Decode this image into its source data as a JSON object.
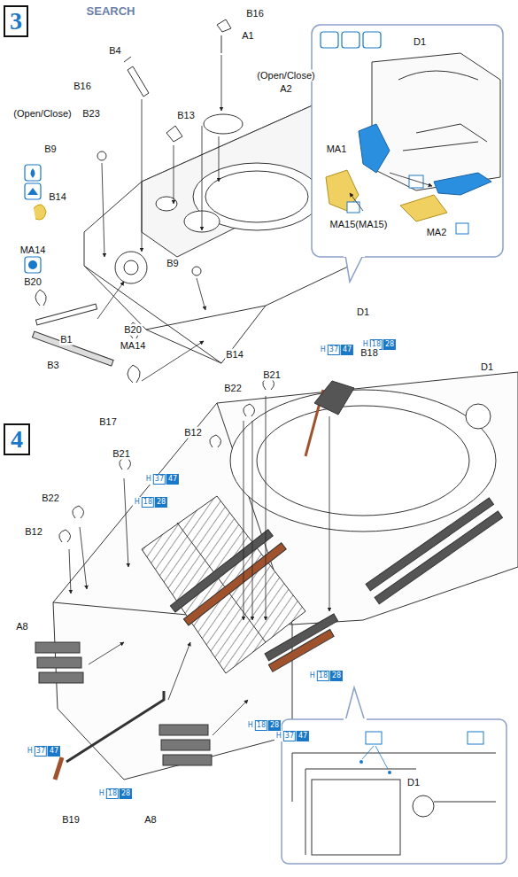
{
  "diagram": {
    "nodes": [
      {
        "text": [
          "3"
        ]
      },
      {
        "text": [
          "4"
        ]
      },
      {
        "text": [
          "H",
          "18",
          "28"
        ]
      },
      {
        "text": [
          "H",
          "37",
          "47"
        ]
      },
      {
        "text": [
          "H",
          "37",
          "47"
        ]
      },
      {
        "text": [
          "H",
          "18",
          "28"
        ]
      },
      {
        "text": [
          "H",
          "18",
          "28"
        ]
      },
      {
        "text": [
          "H",
          "18",
          "28"
        ]
      },
      {
        "text": [
          "H",
          "37",
          "47"
        ]
      },
      {
        "text": [
          "H",
          "37",
          "47"
        ]
      },
      {
        "text": [
          "H",
          "18",
          "28"
        ]
      }
    ],
    "edges": [],
    "labels": [
      "SEARCH",
      "B16",
      "A1",
      "B4",
      "(Open/Close)",
      "A2",
      "B16",
      "(Open/Close)",
      "B23",
      "B13",
      "B9",
      "B14",
      "MA14",
      "B20",
      "B9",
      "D1",
      "B20",
      "MA14",
      "B1",
      "B14",
      "B3",
      "B17",
      "D1",
      "MA1",
      "MA15(MA15)",
      "MA2",
      "B18",
      "D1",
      "B21",
      "B22",
      "B12",
      "B21",
      "B22",
      "B12",
      "A8",
      "B19",
      "A8",
      "D1"
    ]
  }
}
